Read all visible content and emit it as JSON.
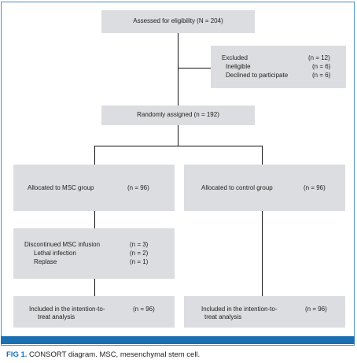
{
  "boxes": {
    "assessed": {
      "label": "Assessed for eligibility (N = 204)"
    },
    "excluded": {
      "rows": [
        {
          "label": "Excluded",
          "count": "(n = 12)"
        },
        {
          "label": "Ineligible",
          "count": "(n = 6)"
        },
        {
          "label": "Declined to participate",
          "count": "(n = 6)"
        }
      ]
    },
    "randomly": {
      "label": "Randomly assigned (n = 192)"
    },
    "msc_group": {
      "label": "Allocated to MSC group",
      "count": "(n = 96)"
    },
    "control_group": {
      "label": "Allocated to control group",
      "count": "(n = 96)"
    },
    "discontinued": {
      "rows": [
        {
          "label": "Discontinued MSC infusion",
          "count": "(n = 3)"
        },
        {
          "label": "Lethal infection",
          "count": "(n = 2)"
        },
        {
          "label": "Replase",
          "count": "(n = 1)"
        }
      ]
    },
    "itt_msc": {
      "line1": "Included in the intention-to-",
      "line2": "treat analysis",
      "count": "(n = 96)"
    },
    "itt_control": {
      "line1": "Included in the intention-to-",
      "line2": "treat analysis",
      "count": "(n = 96)"
    }
  },
  "caption": {
    "label": "FIG 1.",
    "text": "CONSORT diagram. MSC, mesenchymal stem cell."
  }
}
